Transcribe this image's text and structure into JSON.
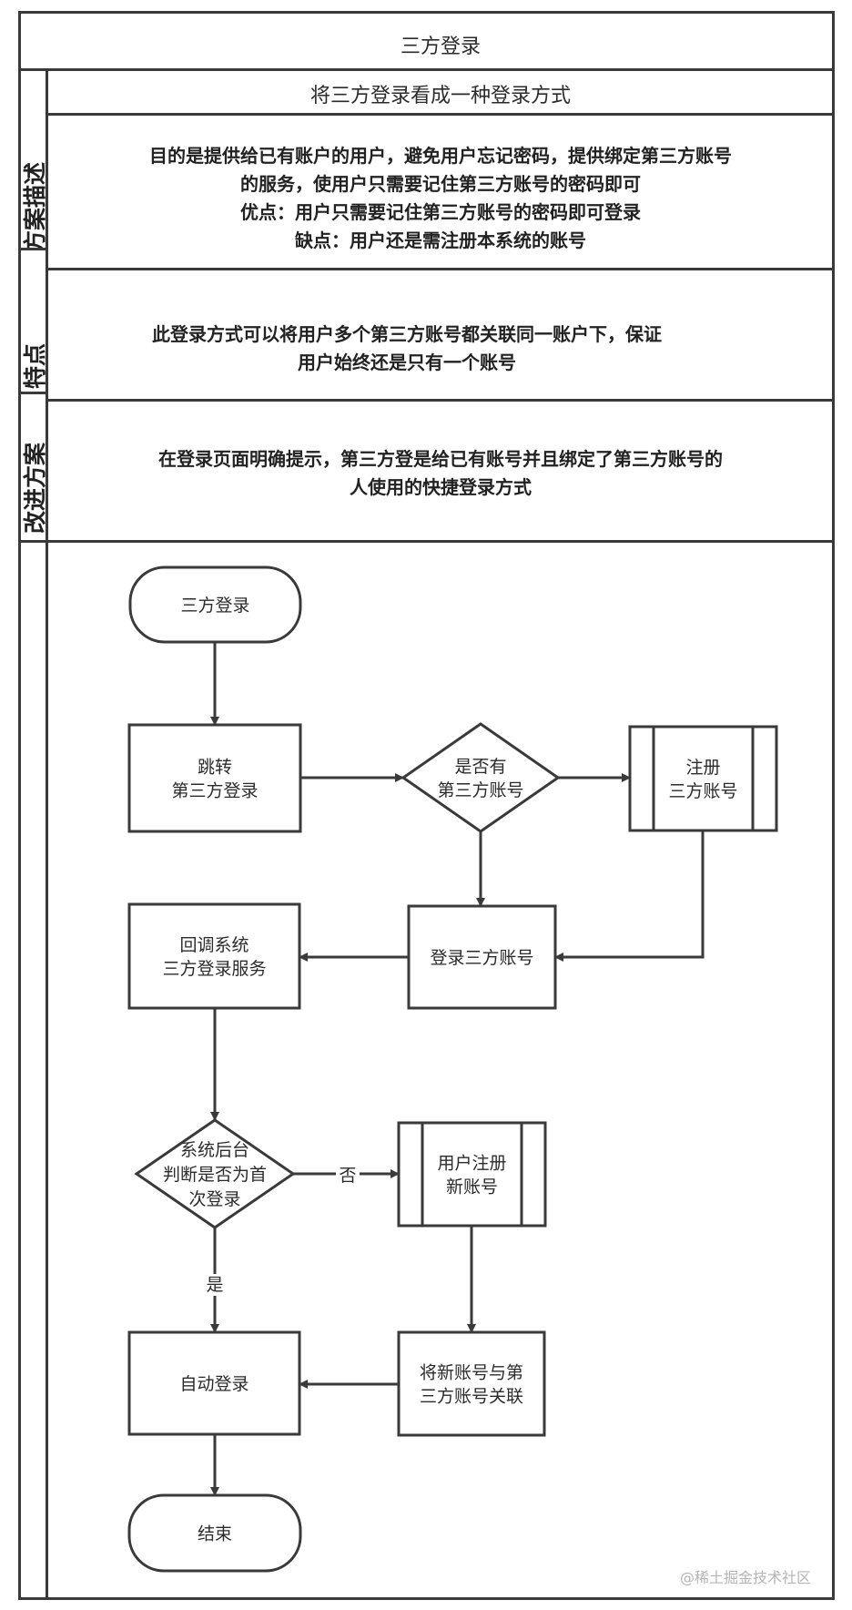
{
  "header": {
    "title": "三方登录",
    "subtitle": "将三方登录看成一种登录方式"
  },
  "sections": [
    {
      "label": "方案描述",
      "lines": [
        "目的是提供给已有账户的用户，避免用户忘记密码，提供绑定第三方账号",
        "的服务，使用户只需要记住第三方账号的密码即可",
        "优点：用户只需要记住第三方账号的密码即可登录",
        "缺点：用户还是需注册本系统的账号"
      ]
    },
    {
      "label": "特点",
      "lines": [
        "此登录方式可以将用户多个第三方账号都关联同一账户下，保证",
        "用户始终还是只有一个账号"
      ]
    },
    {
      "label": "改进方案",
      "lines": [
        "在登录页面明确提示，第三方登是给已有账号并且绑定了第三方账号的",
        "人使用的快捷登录方式"
      ]
    }
  ],
  "flowchart": {
    "nodes": {
      "start": {
        "type": "terminal",
        "lines": [
          "三方登录"
        ]
      },
      "redirect": {
        "type": "process",
        "lines": [
          "跳转",
          "第三方登录"
        ]
      },
      "has_account": {
        "type": "decision",
        "lines": [
          "是否有",
          "第三方账号"
        ]
      },
      "register_third": {
        "type": "subprocess",
        "lines": [
          "注册",
          "三方账号"
        ]
      },
      "login_third": {
        "type": "process",
        "lines": [
          "登录三方账号"
        ]
      },
      "callback": {
        "type": "process",
        "lines": [
          "回调系统",
          "三方登录服务"
        ]
      },
      "first_login": {
        "type": "decision",
        "lines": [
          "系统后台",
          "判断是否为首",
          "次登录"
        ]
      },
      "register_new": {
        "type": "subprocess",
        "lines": [
          "用户注册",
          "新账号"
        ]
      },
      "auto_login": {
        "type": "process",
        "lines": [
          "自动登录"
        ]
      },
      "link_account": {
        "type": "process",
        "lines": [
          "将新账号与第",
          "三方账号关联"
        ]
      },
      "end": {
        "type": "terminal",
        "lines": [
          "结束"
        ]
      }
    },
    "edges": [
      {
        "from": "start",
        "to": "redirect",
        "label": ""
      },
      {
        "from": "redirect",
        "to": "has_account",
        "label": ""
      },
      {
        "from": "has_account",
        "to": "register_third",
        "label": ""
      },
      {
        "from": "has_account",
        "to": "login_third",
        "label": ""
      },
      {
        "from": "register_third",
        "to": "login_third",
        "label": ""
      },
      {
        "from": "login_third",
        "to": "callback",
        "label": ""
      },
      {
        "from": "callback",
        "to": "first_login",
        "label": ""
      },
      {
        "from": "first_login",
        "to": "register_new",
        "label": "否"
      },
      {
        "from": "first_login",
        "to": "auto_login",
        "label": "是"
      },
      {
        "from": "register_new",
        "to": "link_account",
        "label": ""
      },
      {
        "from": "link_account",
        "to": "auto_login",
        "label": ""
      },
      {
        "from": "auto_login",
        "to": "end",
        "label": ""
      }
    ]
  },
  "watermark": "@稀土掘金技术社区",
  "colors": {
    "line": "#3a3a3a",
    "text": "#2b2b2b",
    "watermark": "#b5b5b5"
  }
}
